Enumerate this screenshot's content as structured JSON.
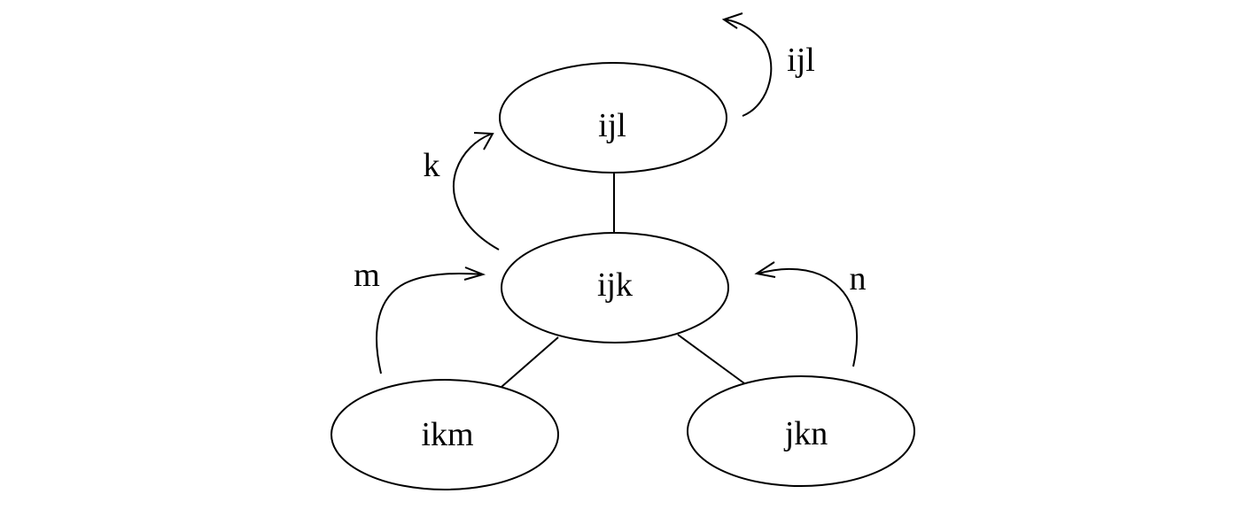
{
  "nodes": {
    "top": {
      "label": "ijl"
    },
    "center": {
      "label": "ijk"
    },
    "left": {
      "label": "ikm"
    },
    "right": {
      "label": "jkn"
    }
  },
  "arrows": {
    "self_loop": {
      "label": "ijl"
    },
    "to_top": {
      "label": "k"
    },
    "from_left": {
      "label": "m"
    },
    "from_right": {
      "label": "n"
    }
  },
  "colors": {
    "stroke": "#000000",
    "background": "#ffffff"
  }
}
